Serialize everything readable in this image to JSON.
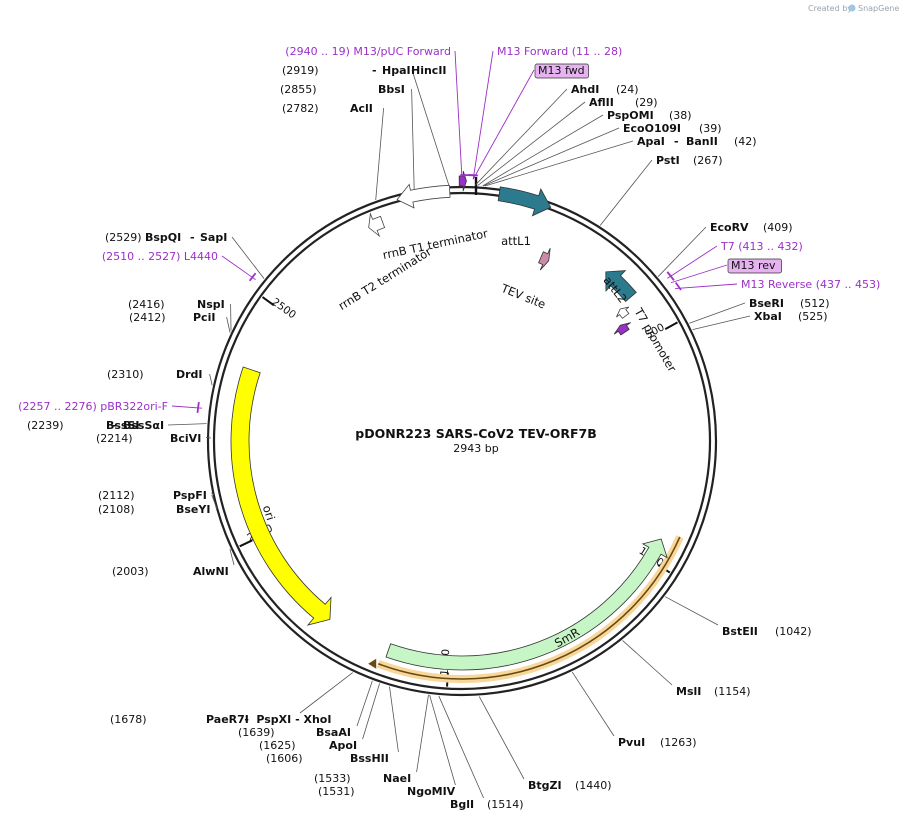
{
  "credit": "Created by",
  "brand": "SnapGene",
  "plasmid": {
    "name": "pDONR223 SARS-CoV2 TEV-ORF7B",
    "length_label": "2943 bp",
    "total": 2943
  },
  "ticks": [
    {
      "pos": 500,
      "label": "500"
    },
    {
      "pos": 1000,
      "label": "1000"
    },
    {
      "pos": 1500,
      "label": "1500"
    },
    {
      "pos": 2000,
      "label": "2000"
    },
    {
      "pos": 2500,
      "label": "2500"
    }
  ],
  "features": [
    {
      "name": "attL1",
      "start": 70,
      "end": 170,
      "dir": 1,
      "r": 250,
      "w": 14,
      "color": "#2b7a8e",
      "label": "attL1"
    },
    {
      "name": "attL2",
      "start": 330,
      "end": 405,
      "dir": -1,
      "r": 222,
      "w": 14,
      "color": "#2b7a8e",
      "label": "attL2"
    },
    {
      "name": "rrnB T1 terminator",
      "start": 2820,
      "end": 2920,
      "dir": -1,
      "r": 250,
      "w": 12,
      "color": "#ffffff",
      "label": "rrnB T1 terminator"
    },
    {
      "name": "rrnB T2 terminator",
      "start": 2750,
      "end": 2780,
      "dir": -1,
      "r": 233,
      "w": 12,
      "color": "#ffffff",
      "label": "rrnB T2 terminator"
    },
    {
      "name": "TEV site",
      "start": 190,
      "end": 210,
      "dir": 1,
      "r": 200,
      "w": 12,
      "color": "#c98ba8",
      "label": "TEV site"
    },
    {
      "name": "T7 promoter",
      "start": 410,
      "end": 430,
      "dir": -1,
      "r": 206,
      "w": 8,
      "color": "#ffffff",
      "label": "T7 promoter"
    },
    {
      "name": "orf7b",
      "start": 440,
      "end": 460,
      "dir": -1,
      "r": 196,
      "w": 10,
      "color": "#9b30c8",
      "label": ""
    },
    {
      "name": "small-feature",
      "start": 2938,
      "end": 8,
      "dir": 1,
      "r": 260,
      "w": 10,
      "color": "#9b30c8",
      "label": ""
    },
    {
      "name": "SmR",
      "start": 950,
      "end": 1630,
      "dir": -1,
      "r": 222,
      "w": 14,
      "color": "#c6f5c6",
      "label": "SmR"
    },
    {
      "name": "ori",
      "start": 1770,
      "end": 2360,
      "dir": -1,
      "r": 222,
      "w": 18,
      "color": "#ffff00",
      "label": "ori"
    }
  ],
  "sites": [
    {
      "label": "(2940 .. 19)  M13/pUC Forward",
      "type": "primer",
      "pos": 2943,
      "align": "end"
    },
    {
      "label": "M13 Forward    (11 .. 28)",
      "type": "primer",
      "pos": 20,
      "align": "start"
    },
    {
      "label": "M13 fwd",
      "type": "boxed",
      "pos": 20,
      "align": "start"
    },
    {
      "name": "HincII",
      "label2": "HpaI",
      "num": "(2919)",
      "type": "enzyme2",
      "pos": 2919,
      "align": "end"
    },
    {
      "name": "BbsI",
      "num": "(2855)",
      "type": "enzyme",
      "pos": 2855,
      "align": "end"
    },
    {
      "name": "AclI",
      "num": "(2782)",
      "type": "enzyme",
      "pos": 2782,
      "align": "end"
    },
    {
      "name": "AhdI",
      "num": "(24)",
      "type": "enzyme",
      "pos": 24,
      "align": "start"
    },
    {
      "name": "AflII",
      "num": "(29)",
      "type": "enzyme",
      "pos": 29,
      "align": "start"
    },
    {
      "name": "PspOMI",
      "num": "(38)",
      "type": "enzyme",
      "pos": 38,
      "align": "start"
    },
    {
      "name": "EcoO109I",
      "num": "(39)",
      "type": "enzyme",
      "pos": 39,
      "align": "start"
    },
    {
      "name": "ApaI",
      "label2": "BanII",
      "num": "(42)",
      "type": "enzyme2",
      "pos": 42,
      "align": "start"
    },
    {
      "name": "PstI",
      "num": "(267)",
      "type": "enzyme",
      "pos": 267,
      "align": "start"
    },
    {
      "name": "EcoRV",
      "num": "(409)",
      "type": "enzyme",
      "pos": 409,
      "align": "start"
    },
    {
      "label": "T7    (413 .. 432)",
      "type": "primer",
      "pos": 422,
      "align": "start"
    },
    {
      "label": "M13 rev",
      "type": "boxed",
      "pos": 432,
      "align": "start"
    },
    {
      "label": "M13 Reverse    (437 .. 453)",
      "type": "primer",
      "pos": 445,
      "align": "start"
    },
    {
      "name": "BseRI",
      "num": "(512)",
      "type": "enzyme",
      "pos": 512,
      "align": "start"
    },
    {
      "name": "XbaI",
      "num": "(525)",
      "type": "enzyme",
      "pos": 525,
      "align": "start"
    },
    {
      "name": "BstEII",
      "num": "(1042)",
      "type": "enzyme",
      "pos": 1042,
      "align": "start"
    },
    {
      "name": "MslI",
      "num": "(1154)",
      "type": "enzyme",
      "pos": 1154,
      "align": "start"
    },
    {
      "name": "PvuI",
      "num": "(1263)",
      "type": "enzyme",
      "pos": 1263,
      "align": "start"
    },
    {
      "name": "BtgZI",
      "num": "(1440)",
      "type": "enzyme",
      "pos": 1440,
      "align": "start"
    },
    {
      "name": "BglI",
      "num": "(1514)",
      "type": "enzyme",
      "pos": 1514,
      "align": "start"
    },
    {
      "name": "NgoMIV",
      "num": "(1531)",
      "type": "enzyme",
      "pos": 1531,
      "align": "end"
    },
    {
      "name": "NaeI",
      "num": "(1533)",
      "type": "enzyme",
      "pos": 1533,
      "align": "end"
    },
    {
      "name": "BssHII",
      "num": "(1606)",
      "type": "enzyme",
      "pos": 1606,
      "align": "end"
    },
    {
      "name": "ApoI",
      "num": "(1625)",
      "type": "enzyme",
      "pos": 1625,
      "align": "end"
    },
    {
      "name": "BsaAI",
      "num": "(1639)",
      "type": "enzyme",
      "pos": 1639,
      "align": "end"
    },
    {
      "name": "PaeR7I",
      "label2": "PspXI  -  XhoI",
      "num": "(1678)",
      "type": "enzyme2",
      "pos": 1678,
      "align": "end"
    },
    {
      "name": "AlwNI",
      "num": "(2003)",
      "type": "enzyme",
      "pos": 2003,
      "align": "end"
    },
    {
      "name": "BseYI",
      "num": "(2108)",
      "type": "enzyme",
      "pos": 2108,
      "align": "end"
    },
    {
      "name": "PspFI",
      "num": "(2112)",
      "type": "enzyme",
      "pos": 2112,
      "align": "end"
    },
    {
      "name": "BciVI",
      "num": "(2214)",
      "type": "enzyme",
      "pos": 2214,
      "align": "end"
    },
    {
      "name": "BssSI",
      "label2": "BssSαI",
      "num": "(2239)",
      "type": "enzyme2",
      "pos": 2239,
      "align": "end"
    },
    {
      "label": "(2257 .. 2276)  pBR322ori-F",
      "type": "primer",
      "pos": 2266,
      "align": "end"
    },
    {
      "name": "DrdI",
      "num": "(2310)",
      "type": "enzyme",
      "pos": 2310,
      "align": "end"
    },
    {
      "name": "PciI",
      "num": "(2412)",
      "type": "enzyme",
      "pos": 2412,
      "align": "end"
    },
    {
      "name": "NspI",
      "num": "(2416)",
      "type": "enzyme",
      "pos": 2416,
      "align": "end"
    },
    {
      "label": "(2510 .. 2527)  L4440",
      "type": "primer",
      "pos": 2518,
      "align": "end"
    },
    {
      "name": "BspQI",
      "label2": "SapI",
      "num": "(2529)",
      "type": "enzyme2",
      "pos": 2529,
      "align": "end"
    }
  ]
}
